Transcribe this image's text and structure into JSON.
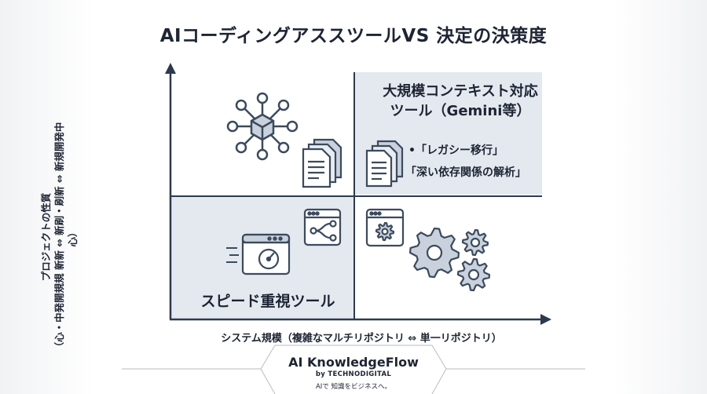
{
  "title": "AIコーディングアススツールVS 決定の決策度",
  "axes": {
    "y_label_line1": "プロジェクトの性質",
    "y_label_line2": "（心・中発開規規 新新 ⇔ 新刷・刷新 ⇔ 新規開発中心）",
    "x_label": "システム規模（複雑なマルチリポジトリ ⇔ 単一リポジトリ）"
  },
  "quadrants": {
    "top_right": {
      "title_line1": "大規模コンテキスト対応",
      "title_line2": "ツール（Gemini等）",
      "bullets": [
        "•「レガシー移行」",
        "「深い依存関係の解析」"
      ]
    },
    "bottom_left": {
      "title": "スピード重視ツール"
    }
  },
  "icons": {
    "top_left": [
      "network-hub-icon",
      "documents-stack-icon"
    ],
    "top_right": [
      "documents-stack-icon"
    ],
    "bottom_left": [
      "speed-gauge-window-icon",
      "branch-window-icon"
    ],
    "bottom_right": [
      "gear-window-icon",
      "gears-icon"
    ]
  },
  "colors": {
    "highlight_fill": "#e4e9ef",
    "axis": "#2c3a4f",
    "icon_stroke": "#3b4a5e",
    "icon_fill": "#c9d2dc"
  },
  "brand": {
    "name": "AI KnowledgeFlow",
    "by": "by TECHNODIGITAL",
    "tagline": "AIで 知識をビジネスへ。"
  }
}
